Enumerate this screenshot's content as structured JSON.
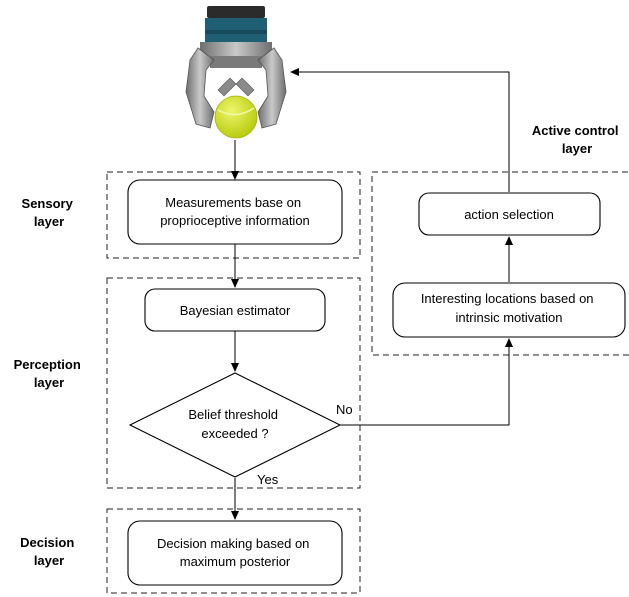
{
  "layers": {
    "sensory": [
      "Sensory",
      "layer"
    ],
    "perception": [
      "Perception",
      "layer"
    ],
    "decision": [
      "Decision",
      "layer"
    ],
    "active_control": [
      "Active control",
      "layer"
    ]
  },
  "nodes": {
    "measurements": [
      "Measurements base on",
      "proprioceptive information"
    ],
    "bayesian": "Bayesian estimator",
    "belief": [
      "Belief threshold",
      "exceeded ?"
    ],
    "decision_making": [
      "Decision making based on",
      "maximum posterior"
    ],
    "action_selection": "action selection",
    "interesting_locations": [
      "Interesting locations based on",
      "intrinsic motivation"
    ]
  },
  "edge_labels": {
    "no": "No",
    "yes": "Yes"
  },
  "colors": {
    "gripper_body": "#1e5f74",
    "gripper_metal": "#8c8c8c",
    "ball": "#d4e82a"
  }
}
